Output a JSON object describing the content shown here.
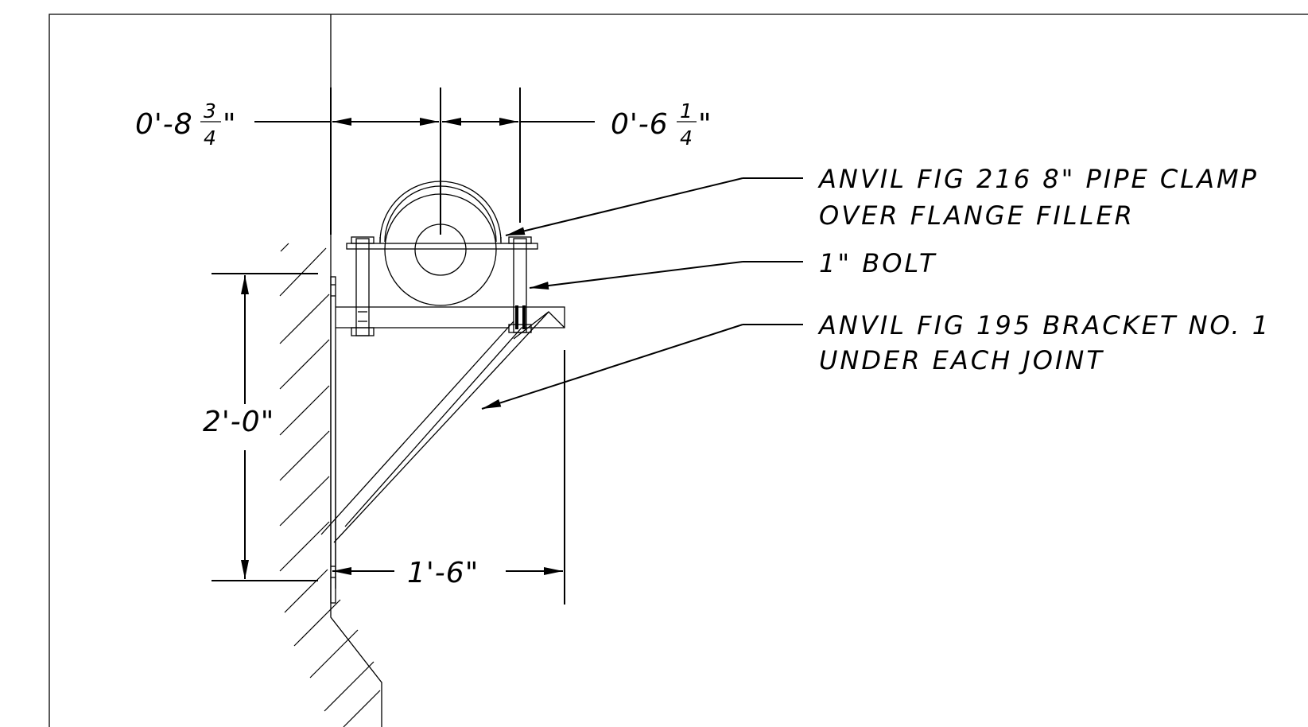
{
  "dimensions": {
    "left_offset": {
      "whole": "0'-8",
      "num": "3",
      "den": "4",
      "unit": "\""
    },
    "right_offset": {
      "whole": "0'-6",
      "num": "1",
      "den": "4",
      "unit": "\""
    },
    "vertical_height": "2'-0\"",
    "bracket_depth": "1'-6\""
  },
  "callouts": {
    "pipe_clamp": {
      "line1": "ANVIL FIG 216 8\" PIPE CLAMP",
      "line2": "OVER FLANGE FILLER"
    },
    "bolt": {
      "line1": "1\" BOLT"
    },
    "bracket": {
      "line1": "ANVIL FIG 195 BRACKET NO. 1",
      "line2": "UNDER EACH JOINT"
    }
  },
  "colors": {
    "ink": "#000000",
    "paper": "#ffffff"
  }
}
